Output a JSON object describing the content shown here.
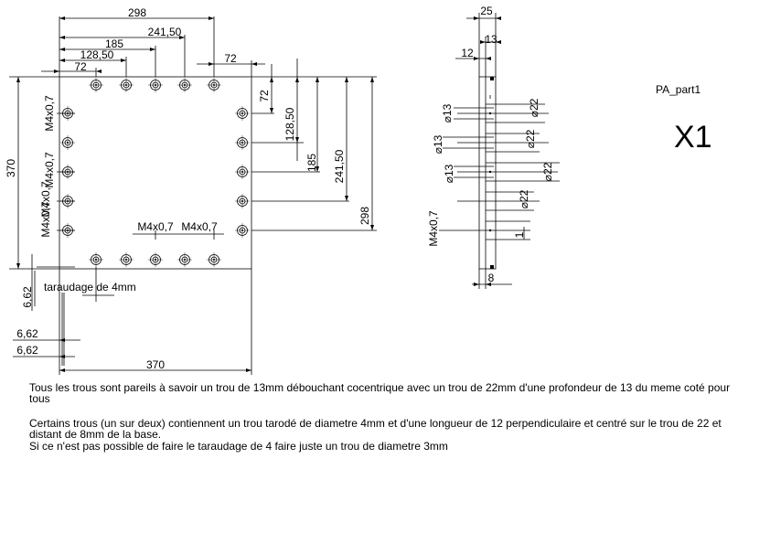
{
  "part": {
    "name": "PA_part1",
    "quantity": "X1"
  },
  "front_view": {
    "top_dims": [
      "298",
      "241,50",
      "185",
      "128,50",
      "72"
    ],
    "top_right_dim": "72",
    "right_dims": [
      "72",
      "128,50",
      "185",
      "241,50",
      "298"
    ],
    "left_height": "370",
    "bottom_width": "370",
    "offset_a": "6,62",
    "offset_b": "6,62",
    "offset_c": "6,62",
    "thread_left": [
      "M4x0,7",
      "M4x0,7",
      "M4x0,7",
      "M4x0,7"
    ],
    "thread_bottom": [
      "M4x0,7",
      "M4x0,7"
    ],
    "tapping_note": "taraudage de 4mm"
  },
  "side_view": {
    "thickness_total": "25",
    "thickness_inner": "13",
    "thickness_left": "12",
    "bottom_dim": "8",
    "small_dim": "1",
    "thread": "M4x0,7",
    "diam_13": [
      "⌀13",
      "⌀13",
      "⌀13"
    ],
    "diam_22": [
      "⌀22",
      "⌀22",
      "⌀22",
      "⌀22"
    ]
  },
  "notes": {
    "para1": "Tous les trous sont pareils à savoir un trou de 13mm débouchant cocentrique avec un trou de 22mm d'une profondeur de 13 du meme coté pour tous",
    "para2_line1": "Certains trous (un sur deux) contiennent un trou tarodé de diametre 4mm et d'une longueur de 12  perpendiculaire et centré sur le trou de 22 et distant de 8mm de la base.",
    "para2_line2": "Si ce n'est pas possible de faire le taraudage de 4 faire juste un trou de diametre 3mm"
  }
}
